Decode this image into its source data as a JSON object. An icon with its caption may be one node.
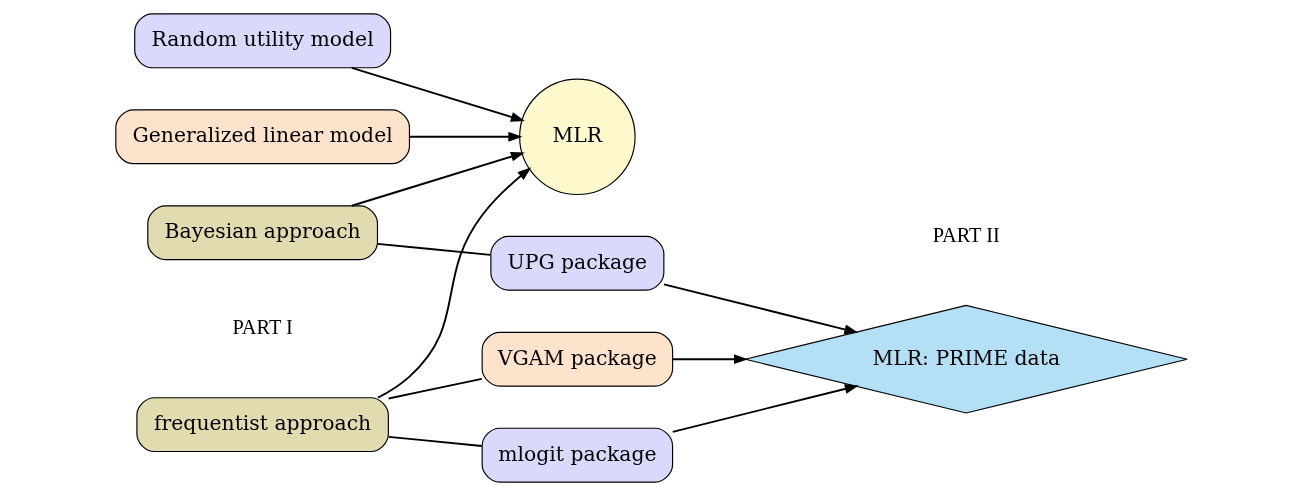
{
  "diagram": {
    "nodes": [
      {
        "text": [
          "Generalized linear model"
        ]
      },
      {
        "text": [
          "Random utility model"
        ]
      },
      {
        "text": [
          "MLR"
        ]
      },
      {
        "text": [
          "frequentist approach"
        ]
      },
      {
        "text": [
          "Bayesian approach"
        ]
      },
      {
        "text": [
          "VGAM package"
        ]
      },
      {
        "text": [
          "mlogit package"
        ]
      },
      {
        "text": [
          "UPG package"
        ]
      },
      {
        "text": [
          "MLR: PRIME data"
        ]
      }
    ],
    "edges": [
      {
        "from": 0,
        "to": 2,
        "arrow": "to"
      },
      {
        "from": 1,
        "to": 2,
        "arrow": "to"
      },
      {
        "from": 3,
        "to": 2,
        "arrow": "to"
      },
      {
        "from": 4,
        "to": 2,
        "arrow": "to"
      },
      {
        "from": 3,
        "to": 5,
        "arrow": "none"
      },
      {
        "from": 3,
        "to": 6,
        "arrow": "none"
      },
      {
        "from": 4,
        "to": 7,
        "arrow": "none"
      },
      {
        "from": 5,
        "to": 8,
        "arrow": "to"
      },
      {
        "from": 6,
        "to": 8,
        "arrow": "to"
      },
      {
        "from": 7,
        "to": 8,
        "arrow": "to"
      }
    ],
    "labels": [
      "PART I",
      "PART II"
    ]
  }
}
